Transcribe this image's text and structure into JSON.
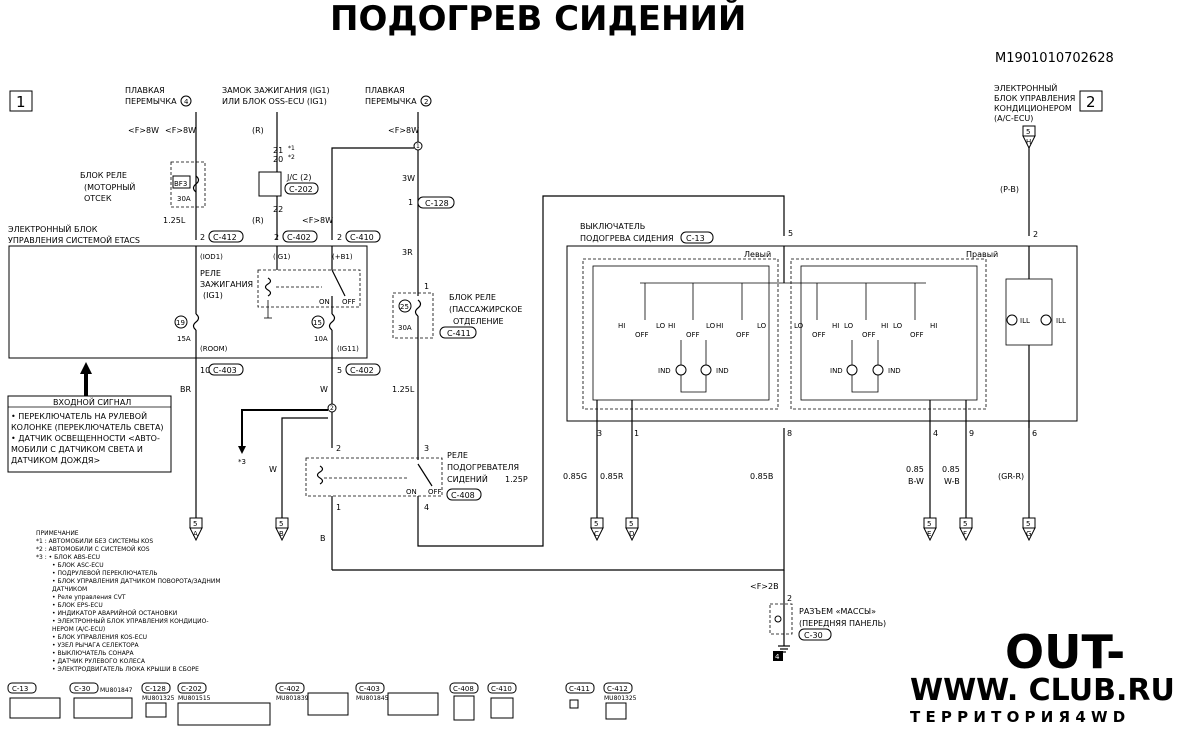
{
  "title": "ПОДОГРЕВ СИДЕНИЙ",
  "code": "M1901010702628",
  "page_left": "1",
  "page_right": "2",
  "sources": {
    "fuse4_l1": "ПЛАВКАЯ",
    "fuse4_l2": "ПЕРЕМЫЧКА",
    "fuse4_num": "4",
    "ign_l1": "ЗАМОК ЗАЖИГАНИЯ (IG1)",
    "ign_l2": "ИЛИ БЛОК OSS-ECU (IG1)",
    "fuse2_l1": "ПЛАВКАЯ",
    "fuse2_l2": "ПЕРЕМЫЧКА",
    "fuse2_num": "2",
    "ac_l1": "ЭЛЕКТРОННЫЙ",
    "ac_l2": "БЛОК УПРАВЛЕНИЯ",
    "ac_l3": "КОНДИЦИОНЕРОМ",
    "ac_l4": "(A/C-ECU)"
  },
  "labels": {
    "f8w_1": "<F>8W",
    "f8w_2": "<F>8W",
    "f8w_3": "<F>8W",
    "f8w_4": "<F>8W",
    "r_1": "(R)",
    "r_2": "(R)",
    "pin21": "21",
    "pin20": "20",
    "star1": "*1",
    "star2": "*2",
    "jc2": "J/C (2)",
    "c202": "C-202",
    "pin22": "22",
    "relay_block_l1": "БЛОК РЕЛЕ",
    "relay_block_l2": "(МОТОРНЫЙ",
    "relay_block_l3": "ОТСЕК",
    "bf3": "BF3",
    "a30_1": "30A",
    "w125l_1": "1.25L",
    "etacs_l1": "ЭЛЕКТРОННЫЙ БЛОК",
    "etacs_l2": "УПРАВЛЕНИЯ СИСТЕМОЙ ETACS",
    "pin2a": "2",
    "c412": "C-412",
    "pin2b": "2",
    "c402a": "C-402",
    "pin2c": "2",
    "c410": "C-410",
    "iod1": "(IOD1)",
    "ig1": "(IG1)",
    "b1": "(+B1)",
    "relay_ign_l1": "РЕЛЕ",
    "relay_ign_l2": "ЗАЖИГАНИЯ",
    "relay_ign_l3": "(IG1)",
    "on1": "ON",
    "off1": "OFF",
    "f19": "19",
    "a15": "15A",
    "f15": "15",
    "a10": "10A",
    "room": "(ROOM)",
    "ig11": "(IG11)",
    "pin10": "10",
    "c403": "C-403",
    "pin5a": "5",
    "c402b": "C-402",
    "br": "BR",
    "w_1": "W",
    "w_2": "W",
    "input_title": "ВХОДНОЙ СИГНАЛ",
    "input_1": "• ПЕРЕКЛЮЧАТЕЛЬ НА РУЛЕВОЙ",
    "input_2": "  КОЛОНКЕ (ПЕРЕКЛЮЧАТЕЛЬ СВЕТА)",
    "input_3": "• ДАТЧИК ОСВЕЩЕННОСТИ <АВТО-",
    "input_4": "  МОБИЛИ С ДАТЧИКОМ СВЕТА И",
    "input_5": "  ДАТЧИКОМ ДОЖДЯ>",
    "star3": "*3",
    "b_wire": "B",
    "w3w": "3W",
    "pin1a": "1",
    "c128": "C-128",
    "w3r": "3R",
    "pin1b": "1",
    "f25": "25",
    "a30_2": "30A",
    "pass_relay_l1": "БЛОК РЕЛЕ",
    "pass_relay_l2": "(ПАССАЖИРСКОЕ",
    "pass_relay_l3": "ОТДЕЛЕНИЕ",
    "c411": "C-411",
    "w125l_2": "1.25L",
    "pin2d": "2",
    "pin3a": "3",
    "seat_relay_l1": "РЕЛЕ",
    "seat_relay_l2": "ПОДОГРЕВАТЕЛЯ",
    "seat_relay_l3": "СИДЕНИЙ",
    "on2": "ON",
    "off2": "OFF",
    "c408": "C-408",
    "w125p": "1.25P",
    "pin1c": "1",
    "pin4a": "4",
    "switch_l1": "ВЫКЛЮЧАТЕЛЬ",
    "switch_l2": "ПОДОГРЕВА СИДЕНИЯ",
    "c13": "C-13",
    "left": "Левый",
    "right": "Правый",
    "pin5b": "5",
    "pin2e": "2",
    "pb": "(P-B)",
    "pin5c": "5",
    "hi": "HI",
    "lo": "LO",
    "off": "OFF",
    "ind": "IND",
    "ill": "ILL",
    "p3": "3",
    "p1": "1",
    "p8": "8",
    "p4": "4",
    "p9": "9",
    "p6": "6",
    "w085g": "0.85G",
    "w085r": "0.85R",
    "w085b": "0.85B",
    "w085bw_1": "0.85",
    "w085bw_2": "B-W",
    "w085wb_1": "0.85",
    "w085wb_2": "W-B",
    "grr": "(GR-R)",
    "f2b": "<F>2B",
    "pin2f": "2",
    "ground_l1": "РАЗЪЕМ «МАССЫ»",
    "ground_l2": "(ПЕРЕДНЯЯ ПАНЕЛЬ)",
    "c30": "C-30",
    "ground_num": "4"
  },
  "offpage": {
    "n5": "5",
    "a": "A",
    "b": "B",
    "c": "C",
    "d": "D",
    "e": "E",
    "f": "F",
    "g": "G",
    "h": "H"
  },
  "notes": {
    "title": "ПРИМЕЧАНИЕ",
    "n1": "*1 : АВТОМОБИЛИ БЕЗ СИСТЕМЫ KOS",
    "n2": "*2 : АВТОМОБИЛИ С СИСТЕМОЙ KOS",
    "n3": "*3 : • БЛОК ABS-ECU",
    "items": [
      "• БЛОК ASC-ECU",
      "• ПОДРУЛЕВОЙ ПЕРЕКЛЮЧАТЕЛЬ",
      "• БЛОК УПРАВЛЕНИЯ ДАТЧИКОМ ПОВОРОТА/ЗАДНИМ",
      "  ДАТЧИКОМ",
      "• Реле управления CVT",
      "• БЛОК EPS-ECU",
      "• ИНДИКАТОР АВАРИЙНОЙ ОСТАНОВКИ",
      "• ЭЛЕКТРОННЫЙ БЛОК УПРАВЛЕНИЯ КОНДИЦИО-",
      "  НЕРОМ (A/C-ECU)",
      "• БЛОК УПРАВЛЕНИЯ KOS-ECU",
      "• УЗЕЛ РЫЧАГА СЕЛЕКТОРА",
      "• ВЫКЛЮЧАТЕЛЬ СОНАРА",
      "• ДАТЧИК РУЛЕВОГО КОЛЕСА",
      "• ЭЛЕКТРОДВИГАТЕЛЬ ЛЮКА КРЫШИ В СБОРЕ"
    ]
  },
  "connectors": {
    "c13": "C-13",
    "c30": "C-30",
    "c30_part": "MU801847",
    "c128": "C-128",
    "c128_part": "MU801325",
    "c202": "C-202",
    "c202_part": "MU801515",
    "c402": "C-402",
    "c402_part": "MU801839",
    "c403": "C-403",
    "c403_part": "MU801845",
    "c408": "C-408",
    "c410": "C-410",
    "c411": "C-411",
    "c412": "C-412",
    "c412_part": "MU801325"
  },
  "watermark": {
    "line1": "OUT-",
    "line2": "WWW.      CLUB.RU",
    "line3": "Т Е Р Р И Т О Р И Я   4 W D"
  }
}
